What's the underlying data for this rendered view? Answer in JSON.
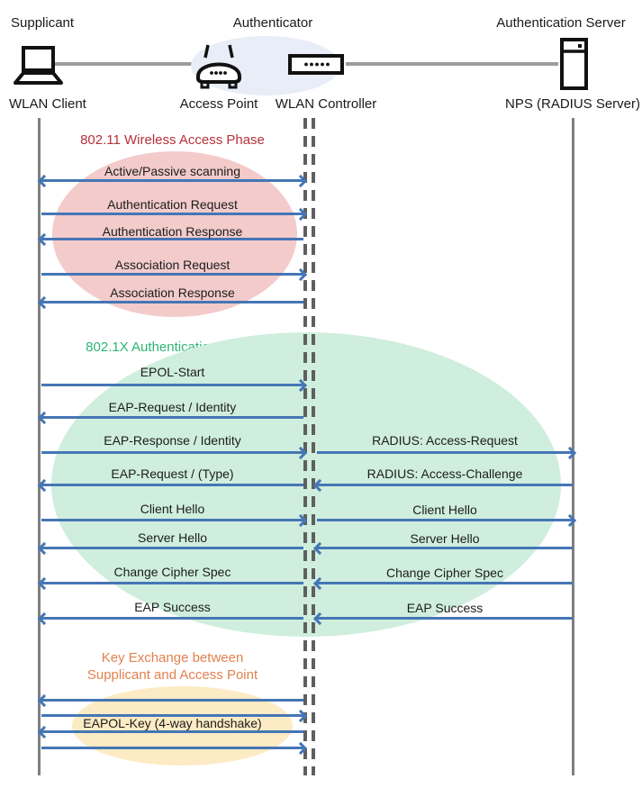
{
  "header": {
    "roles": [
      {
        "label": "Supplicant"
      },
      {
        "label": "Authenticator"
      },
      {
        "label": "Authentication Server"
      }
    ],
    "devices": [
      {
        "label": "WLAN Client",
        "icon": "laptop-icon"
      },
      {
        "label": "Access Point",
        "icon": "access-point-icon"
      },
      {
        "label": "WLAN Controller",
        "icon": "wlan-controller-icon"
      },
      {
        "label": "NPS (RADIUS Server)",
        "icon": "server-icon"
      }
    ]
  },
  "colors": {
    "arrow_blue": "#4576b5",
    "lifeline_gray": "#7f7f7f",
    "dashed_lifeline_gray": "#5f5f5f",
    "phase1_title": "#b53138",
    "phase1_ellipse": "#f3cbcb",
    "phase2_title": "#2eb573",
    "phase2_ellipse": "#cfeedd",
    "phase3_title": "#e2814f",
    "phase3_ellipse": "#fcebc4",
    "authenticator_ellipse": "#e9edf7"
  },
  "phases": [
    {
      "title": "802.11 Wireless Access Phase",
      "messages": [
        {
          "label": "Active/Passive scanning",
          "direction": "both",
          "segment": "left"
        },
        {
          "label": "Authentication Request",
          "direction": "right",
          "segment": "left"
        },
        {
          "label": "Authentication Response",
          "direction": "left",
          "segment": "left"
        },
        {
          "label": "Association Request",
          "direction": "right",
          "segment": "left"
        },
        {
          "label": "Association Response",
          "direction": "left",
          "segment": "left"
        }
      ]
    },
    {
      "title": "802.1X Authentication Phase",
      "messages": [
        {
          "label": "EPOL-Start",
          "direction": "right",
          "segment": "left"
        },
        {
          "label": "EAP-Request / Identity",
          "direction": "left",
          "segment": "left"
        },
        {
          "label": "EAP-Response / Identity",
          "direction": "right",
          "segment": "left"
        },
        {
          "label": "RADIUS: Access-Request",
          "direction": "right",
          "segment": "right"
        },
        {
          "label": "EAP-Request / (Type)",
          "direction": "left",
          "segment": "left"
        },
        {
          "label": "RADIUS: Access-Challenge",
          "direction": "left",
          "segment": "right"
        },
        {
          "label": "Client Hello",
          "direction": "right",
          "segment": "left"
        },
        {
          "label": "Client Hello",
          "direction": "right",
          "segment": "right"
        },
        {
          "label": "Server Hello",
          "direction": "left",
          "segment": "left"
        },
        {
          "label": "Server Hello",
          "direction": "left",
          "segment": "right"
        },
        {
          "label": "Change Cipher Spec",
          "direction": "left",
          "segment": "left"
        },
        {
          "label": "Change Cipher Spec",
          "direction": "left",
          "segment": "right"
        },
        {
          "label": "EAP Success",
          "direction": "left",
          "segment": "left"
        },
        {
          "label": "EAP Success",
          "direction": "left",
          "segment": "right"
        }
      ]
    },
    {
      "title": "Key Exchange between\nSupplicant and Access Point",
      "messages": [
        {
          "label": "",
          "direction": "left",
          "segment": "left"
        },
        {
          "label": "",
          "direction": "right",
          "segment": "left"
        },
        {
          "label": "EAPOL-Key (4-way handshake)",
          "direction": "left",
          "segment": "left"
        },
        {
          "label": "",
          "direction": "right",
          "segment": "left"
        }
      ]
    }
  ]
}
